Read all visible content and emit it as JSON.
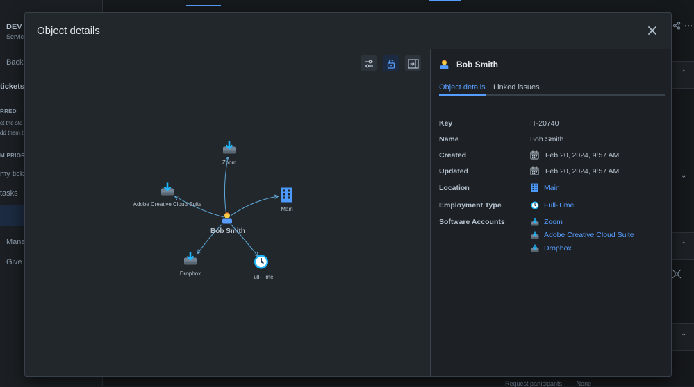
{
  "background": {
    "sidebar": {
      "project_title": "DEV I",
      "project_subtitle": "Servic",
      "back": "Back",
      "tickets": "tickets",
      "starred_heading": "RRED",
      "starred_text1": "ct the sta",
      "starred_text2": "dd them t",
      "priority_heading": "M PRIOR",
      "my_tickets": "my tick",
      "tasks": "tasks",
      "manage": "Mana",
      "give": "Give"
    },
    "footer": {
      "request_participants": "Request participants",
      "none": "None"
    }
  },
  "modal": {
    "title": "Object details",
    "close_label": "close-icon"
  },
  "graph": {
    "center_node": "Bob Smith",
    "nodes": {
      "zoom": "Zoom",
      "adobe": "Adobe Creative Cloud Suite",
      "main": "Main",
      "dropbox": "Dropbox",
      "fulltime": "Full-Time"
    },
    "toolbar": [
      "settings-sliders-icon",
      "lock-icon",
      "collapse-panel-icon"
    ]
  },
  "details": {
    "name": "Bob Smith",
    "tabs": {
      "object_details": "Object details",
      "linked_issues": "Linked issues"
    },
    "fields": {
      "key_label": "Key",
      "key_value": "IT-20740",
      "name_label": "Name",
      "name_value": "Bob Smith",
      "created_label": "Created",
      "created_value": "Feb 20, 2024, 9:57 AM",
      "updated_label": "Updated",
      "updated_value": "Feb 20, 2024, 9:57 AM",
      "location_label": "Location",
      "location_value": "Main",
      "employment_label": "Employment Type",
      "employment_value": "Full-Time",
      "software_label": "Software Accounts",
      "software_values": [
        "Zoom",
        "Adobe Creative Cloud Suite",
        "Dropbox"
      ]
    }
  },
  "colors": {
    "accent": "#579dff",
    "modal_bg": "#22272b",
    "panel_bg": "#1d2125"
  }
}
